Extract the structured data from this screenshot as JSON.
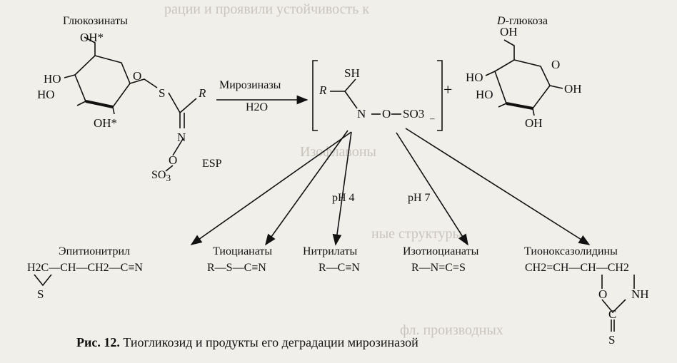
{
  "ghost_text": [
    "рации и проявили устойчивость к",
    "Изофлавоны",
    "ные структуры",
    "фл. производных"
  ],
  "reactant": {
    "title": "Глюкозинаты",
    "oh_star_top": "OH*",
    "oh_star_bottom": "OH*"
  },
  "reagent": {
    "enzyme": "Мирозиназы",
    "water": "H2O"
  },
  "intermediate": {
    "sh": "SH",
    "r": "R",
    "n": "N",
    "o": "O",
    "so3": "SO3",
    "charge": "–"
  },
  "esp": "ESP",
  "plus": "+",
  "d_glucose": {
    "prefix": "D",
    "suffix": "-глюкоза"
  },
  "conditions": {
    "ph4": "pH 4",
    "ph7": "pH 7"
  },
  "products": {
    "epithionitrile": "Эпитионитрил",
    "thiocyanates": "Тиоцианаты",
    "nitrilates": "Нитрилаты",
    "isothiocyanates": "Изотиоцианаты",
    "thiooxazolidines": "Тионоксазолидины"
  },
  "formulas": {
    "thiocyanate": "R—S—C≡N",
    "nitrile": "R—C≡N",
    "isothiocyanate": "R—N=C=S",
    "epithio": "H2C—CH—CH2—C≡N",
    "oxazolidine": "CH2=CH—CH—CH2"
  },
  "caption": {
    "fig": "Рис. 12.",
    "text": "Тиогликозид и продукты его деградации мирозиназой"
  }
}
